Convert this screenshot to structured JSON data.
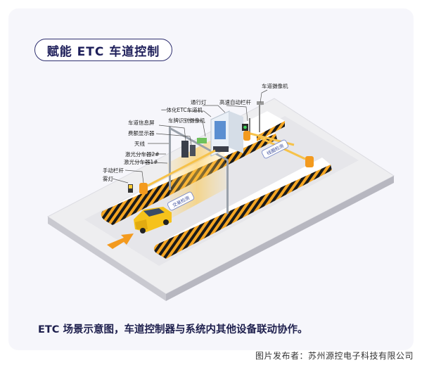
{
  "header": {
    "title": "赋能 ETC 车道控制"
  },
  "labels": {
    "lane_camera": "车道摄像机",
    "traffic_light": "通行灯",
    "auto_barrier": "高速自动栏杆",
    "etc_lane_unit": "一体化ETC车道机",
    "plate_camera": "车牌识别摄像机",
    "info_screen": "车道信息屏",
    "fee_display": "费额显示器",
    "antenna": "天线",
    "laser_separator_2": "激光分车器2#",
    "laser_separator_1": "激光分车器1#",
    "manual_barrier": "手动栏杆",
    "fog_light": "雾灯",
    "road_mark_left": "交易检测",
    "road_mark_right": "线圈检测"
  },
  "caption": "ETC 场景示意图，车道控制器与系统内其他设备联动协作。",
  "credit": "图片发布者：苏州源控电子科技有限公司"
}
